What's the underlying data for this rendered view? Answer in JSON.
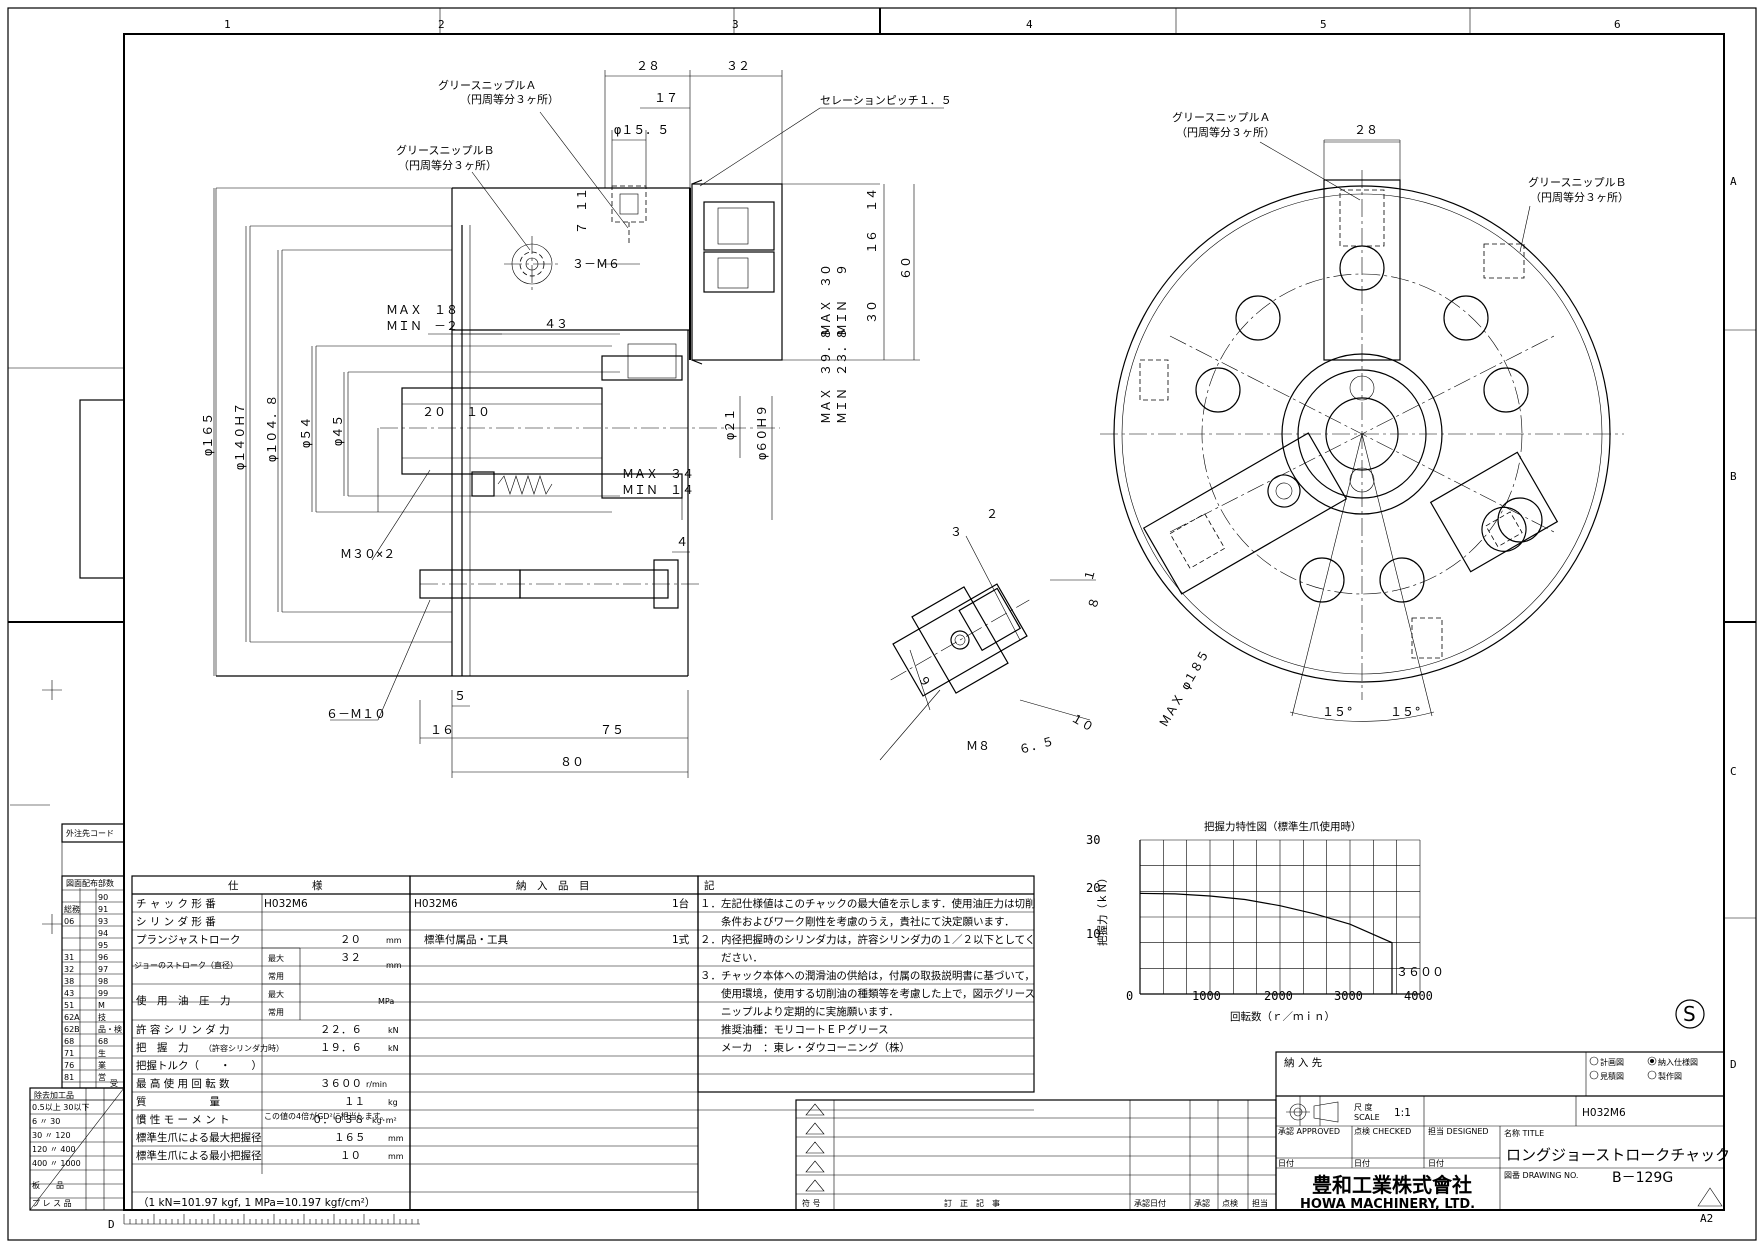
{
  "border": {
    "cols": [
      "1",
      "2",
      "3",
      "4",
      "5",
      "6"
    ],
    "rows": [
      "A",
      "B",
      "C",
      "D"
    ],
    "sheet_size": "A2",
    "corner_letter": "D"
  },
  "callouts": {
    "grease_a_title": "グリースニップルＡ",
    "grease_a_sub": "（円周等分３ヶ所）",
    "grease_b_title": "グリースニップルＢ",
    "grease_b_sub": "（円周等分３ヶ所）",
    "serration": "セレーションピッチ１．５",
    "screw_3m6": "３－Ｍ６",
    "m30": "Ｍ３０×２",
    "m10": "６－Ｍ１０",
    "m8": "Ｍ８",
    "max18": "ＭＡＸ　１８",
    "min_2": "ＭＩＮ　－２",
    "max34": "ＭＡＸ　３４",
    "min14": "ＭＩＮ　１４",
    "max30": "ＭＡＸ　３０",
    "min9": "ＭＩＮ　　９",
    "max39": "ＭＡＸ　３９．８",
    "min23": "ＭＩＮ　２３．８",
    "max185": "ＭＡＸ φ１８５",
    "angle_left": "１５°",
    "angle_right": "１５°"
  },
  "dims": {
    "d28": "２８",
    "d32": "３２",
    "d17": "１７",
    "d155": "φ１５．５",
    "d11": "１１",
    "d7": "７",
    "d14": "１４",
    "d16": "１６",
    "d60": "６０",
    "d30": "３０",
    "d43": "４３",
    "d20": "２０",
    "d10": "１０",
    "d21": "φ２１",
    "d60h9": "φ６０Ｈ９",
    "d165": "φ１６５",
    "d140": "φ１４０Ｈ７",
    "d104": "φ１０４．８",
    "d54": "φ５４",
    "d45": "φ４５",
    "d4": "４",
    "d5": "５",
    "d16b": "１６",
    "d75": "７５",
    "d80": "８０",
    "d3": "３",
    "d2": "２",
    "d8": "８",
    "d1": "１",
    "d9": "９",
    "d65": "６．５",
    "d10b": "１０",
    "d28r": "２８"
  },
  "chart": {
    "title": "把握力特性図（標準生爪使用時）",
    "ylabel": "把握力（ｋＮ）",
    "xlabel": "回転数（ｒ／ｍｉｎ）",
    "yticks": [
      "30",
      "20",
      "10"
    ],
    "xticks": [
      "0",
      "1000",
      "2000",
      "3000",
      "4000"
    ],
    "end_label": "３６００",
    "xlim": [
      0,
      4000
    ],
    "ylim": [
      0,
      30
    ]
  },
  "chart_data": {
    "type": "line",
    "title": "把握力特性図（標準生爪使用時）",
    "xlabel": "回転数（ｒ／ｍｉｎ）",
    "ylabel": "把握力（ｋＮ）",
    "xlim": [
      0,
      4000
    ],
    "ylim": [
      0,
      30
    ],
    "grid": true,
    "x": [
      0,
      500,
      1000,
      1500,
      2000,
      2500,
      3000,
      3600
    ],
    "y": [
      19.6,
      19.5,
      19.1,
      18.4,
      17.2,
      15.6,
      13.6,
      10.0
    ]
  },
  "spec": {
    "header": "仕　　　　　　　様",
    "rows": [
      {
        "label": "チ ャ ッ ク 形 番",
        "value": "H032M6",
        "unit": ""
      },
      {
        "label": "シ リ ン ダ 形 番",
        "value": "",
        "unit": ""
      },
      {
        "label": "プランジャストローク",
        "value": "２０",
        "unit": "mm"
      },
      {
        "label": "使　用　油　圧　力",
        "value": "",
        "unit": "MPa"
      },
      {
        "label": "許 容 シ リ ン ダ 力",
        "value": "２２．６",
        "unit": "kN"
      },
      {
        "label": "把　握　力",
        "value": "１９．６",
        "unit": "kN"
      },
      {
        "label": "把握トルク（　　・　　）",
        "value": "",
        "unit": ""
      },
      {
        "label": "最 高 使 用 回 転 数",
        "value": "３６００",
        "unit": "r/min"
      },
      {
        "label": "質　　　　　　量",
        "value": "１１",
        "unit": "kg"
      },
      {
        "label": "慣 性 モ ー メ ン ト",
        "value": "０．０３８",
        "unit": "kg･m²"
      },
      {
        "label": "標準生爪による最大把握径",
        "value": "１６５",
        "unit": "mm"
      },
      {
        "label": "標準生爪による最小把握径",
        "value": "１０",
        "unit": "mm"
      }
    ],
    "jaw_stroke": "ジョーのストローク（直径）",
    "max": "最大",
    "normal": "常用",
    "jaw_max": "３２",
    "jaw_unit": "mm",
    "max2": "最大",
    "normal2": "常用",
    "sub_cyl": "（許容シリンダ力時）",
    "inertia_note": "この値の4倍がGD²に相当します。",
    "footer": "（1 kN=101.97 kgf, 1 MPa=10.197 kgf/cm²）"
  },
  "delivery": {
    "header": "納　入　品　目",
    "row1_item": "H032M6",
    "row1_qty": "1台",
    "row2_item": "標準付属品・工具",
    "row2_qty": "1式"
  },
  "notes": {
    "header": "記",
    "lines": [
      "１．左記仕様値はこのチャックの最大値を示します．使用油圧力は切削",
      "　　条件およびワーク剛性を考慮のうえ，貴社にて決定願います．",
      "２．内径把握時のシリンダ力は，許容シリンダ力の１／２以下としてく",
      "　　ださい．",
      "３．チャック本体への潤滑油の供給は，付属の取扱説明書に基づいて，",
      "　　使用環境，使用する切削油の種類等を考慮した上で，図示グリース",
      "　　ニップルより定期的に実施願います．",
      "　　推奨油種：モリコートＥＰグリース",
      "　　メーカ　：東レ・ダウコーニング（株）"
    ]
  },
  "side": {
    "outsource": "外注先コード",
    "dist": "図面配布部数",
    "codes": [
      "90",
      "91",
      "93",
      "94",
      "95",
      "96",
      "97",
      "98",
      "99",
      "M",
      "技",
      "品・検",
      "68",
      "生",
      "業",
      "営",
      "受"
    ],
    "left_codes": [
      "総務",
      "06",
      "31",
      "32",
      "38",
      "43",
      "51",
      "62A",
      "62B",
      "68",
      "71",
      "76",
      "81"
    ],
    "tol_header": "除去加工品",
    "tol_rows": [
      "0.5以上 30以下",
      "6 〃 30",
      "30 〃 120",
      "120 〃 400",
      "400 〃 1000",
      "板　　品",
      "プ レ ス 品"
    ]
  },
  "revision": {
    "symbol_col": "符 号",
    "content_col": "訂　正　記　事",
    "date_col": "承認日付",
    "approve_col": "承認",
    "check_col": "点検",
    "charge_col": "担当"
  },
  "title_block": {
    "customer_label": "納 入 先",
    "opt1": "計画図",
    "opt2": "納入仕様図",
    "opt3": "見積図",
    "opt4": "製作図",
    "scale_label": "尺 度",
    "scale_sub": "SCALE",
    "scale_value": "1:1",
    "model": "H032M6",
    "approved": "承認 APPROVED",
    "checked": "点検 CHECKED",
    "designed": "担当 DESIGNED",
    "date": "日付",
    "name_label": "名称 TITLE",
    "name_value": "ロングジョーストロークチャック",
    "drawing_no_label": "図番 DRAWING NO.",
    "drawing_no": "B－129G",
    "company_jp": "豊和工業株式會社",
    "company_en": "HOWA MACHINERY, LTD.",
    "mark": "S"
  }
}
